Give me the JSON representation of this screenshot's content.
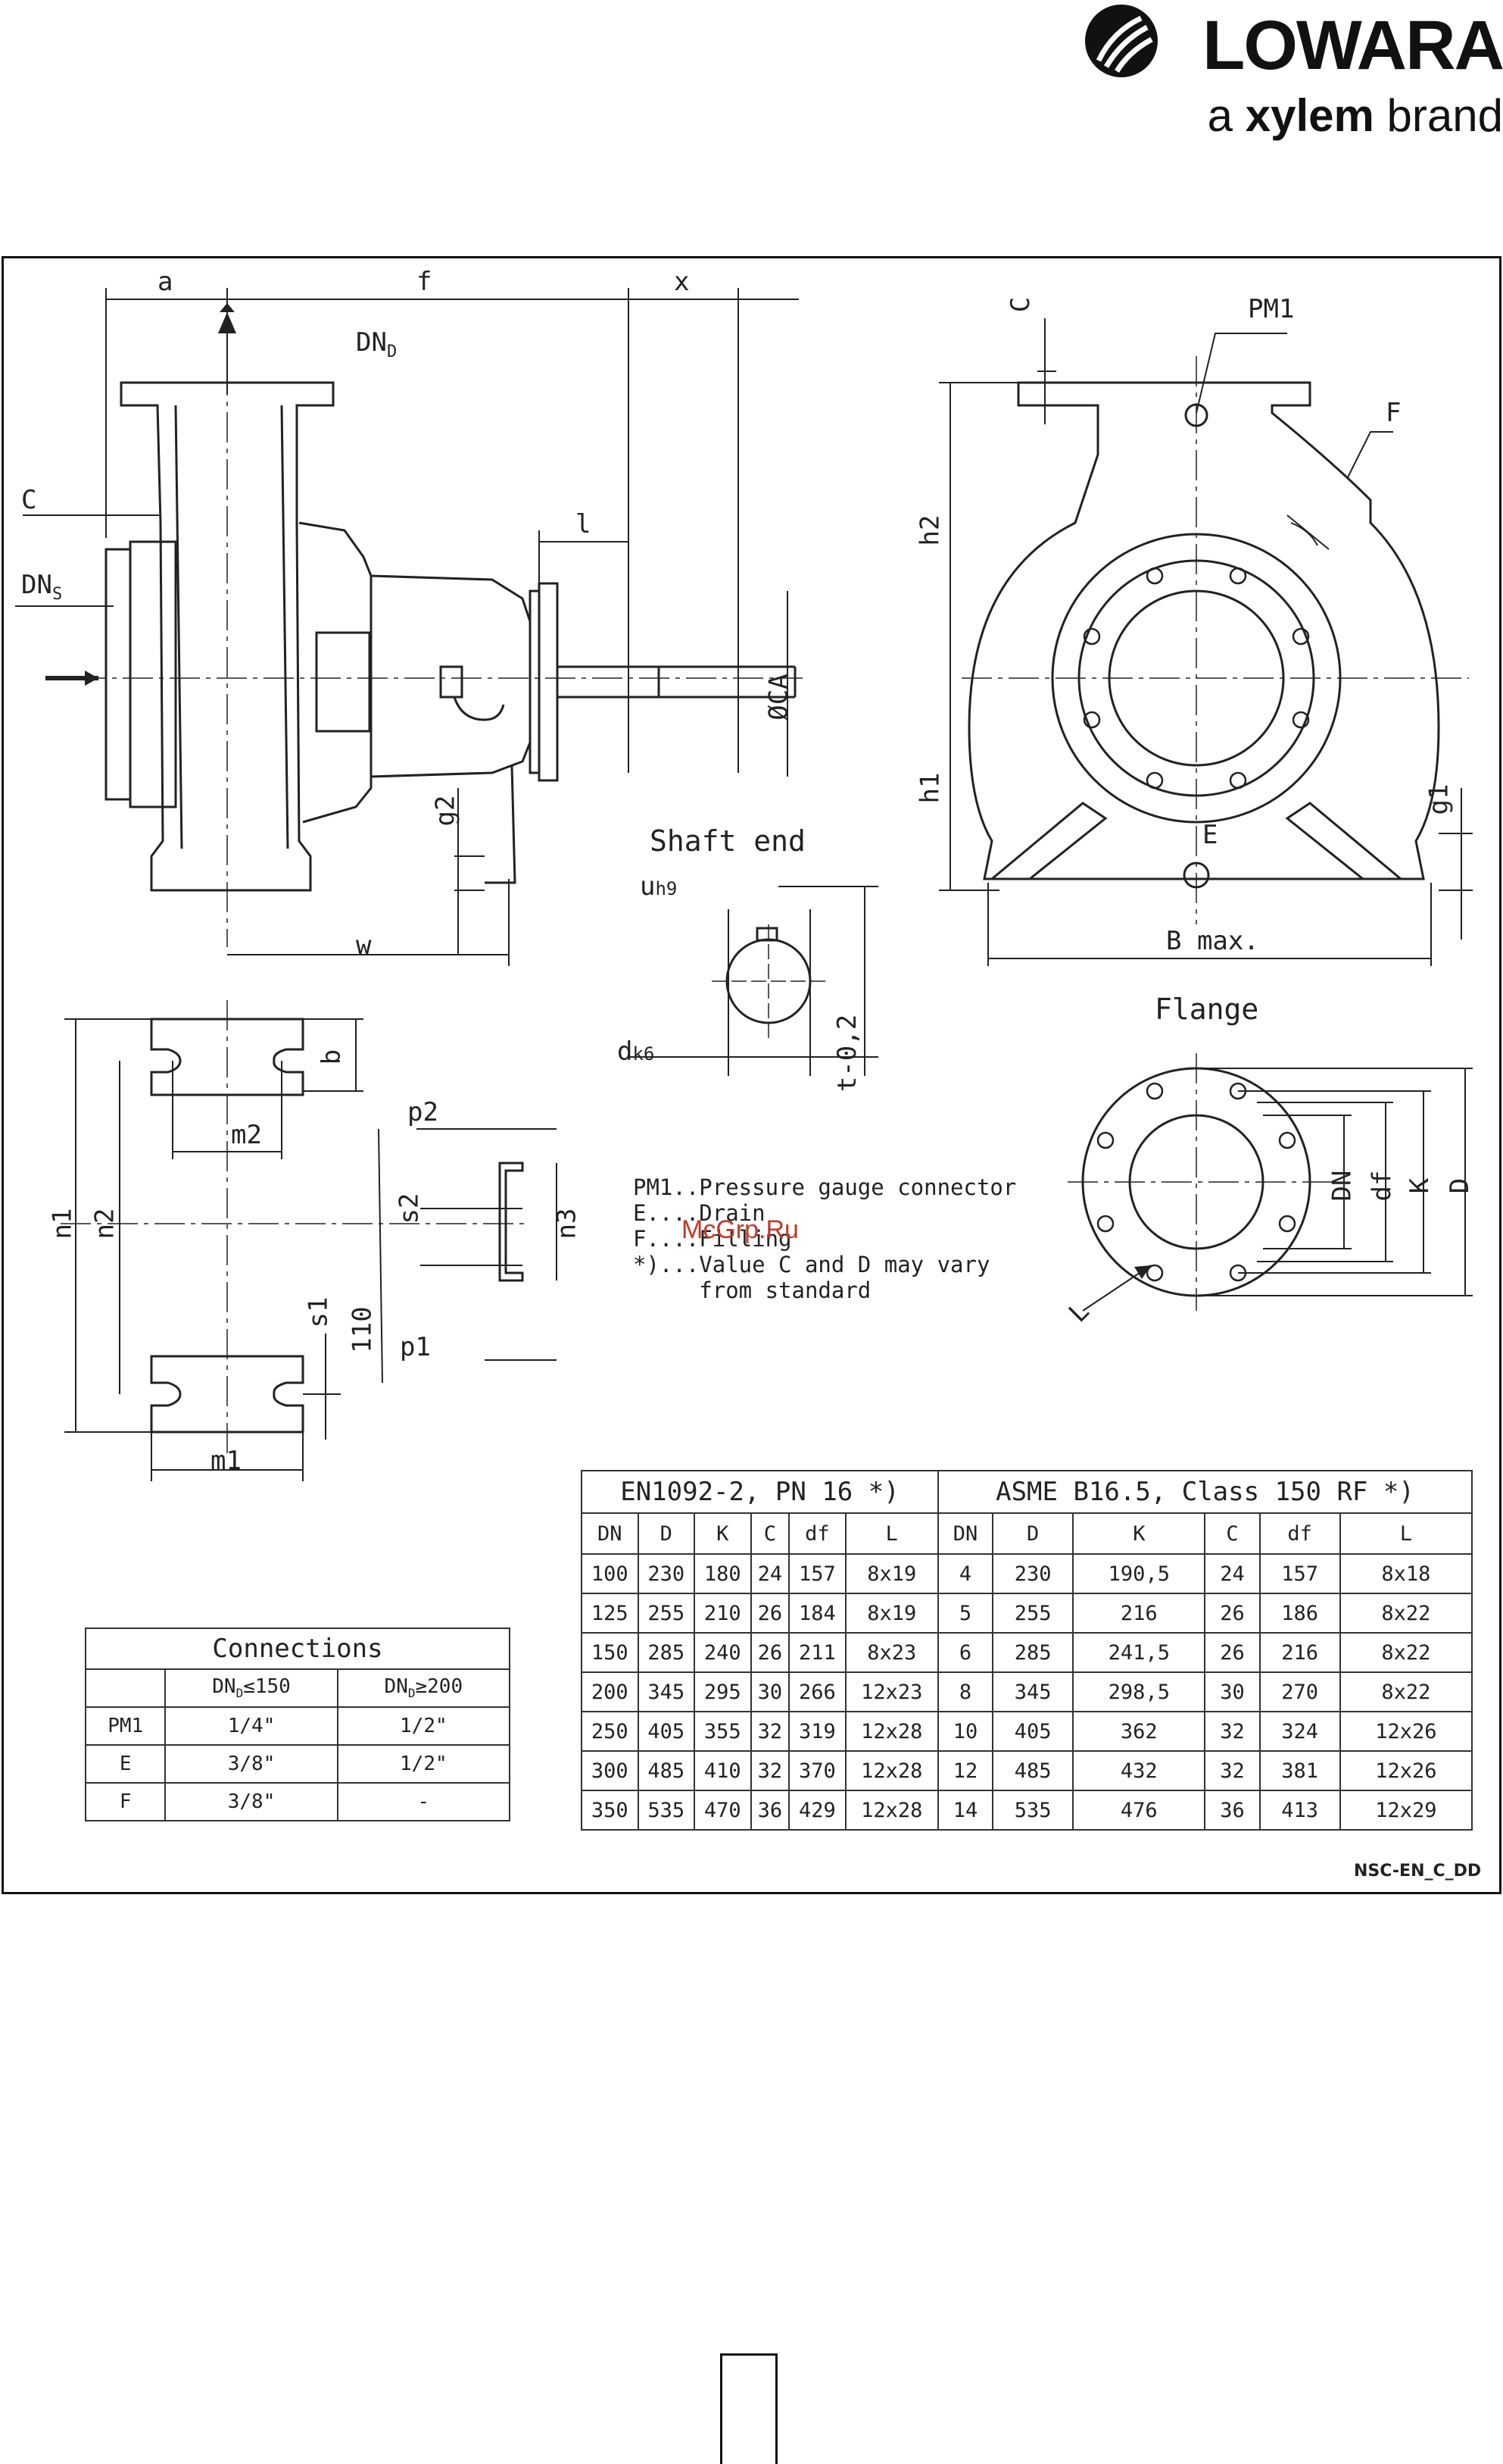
{
  "brand": {
    "logo": "LOWARA",
    "tagline_pre": "a",
    "tagline_bold": "xylem",
    "tagline_post": "brand"
  },
  "dimension_labels": {
    "a": "a",
    "f": "f",
    "x": "x",
    "c_top": "C",
    "pm1": "PM1",
    "f_fill": "F",
    "dnd": "DN",
    "dnd_sub": "D",
    "c_left": "C",
    "dns": "DN",
    "dns_sub": "S",
    "l": "l",
    "h2": "h2",
    "h1": "h1",
    "oca": "ØCA",
    "g2": "g2",
    "g1": "g1",
    "e": "E",
    "w": "w",
    "bmax": "B max.",
    "shaft_end": "Shaft end",
    "u": "u",
    "u_sub": "h9",
    "d": "d",
    "d_sub": "k6",
    "t": "t-0,2",
    "flange": "Flange",
    "b": "b",
    "m2": "m2",
    "m1": "m1",
    "n1": "n1",
    "n2": "n2",
    "n3": "n3",
    "p2": "p2",
    "p1": "p1",
    "s2": "s2",
    "s1": "s1",
    "v110": "110",
    "fl_dn": "DN",
    "fl_df": "df",
    "fl_k": "K",
    "fl_d": "D",
    "fl_l": "L"
  },
  "notes": [
    "PM1..Pressure gauge connector",
    "E....Drain",
    "F....Filling",
    "*)...Value C and D may vary",
    "     from standard"
  ],
  "watermark": "McGrp.Ru",
  "connections": {
    "title": "Connections",
    "head_col1": "DN",
    "head_col1_sub": "D",
    "head_col1_op": "≤150",
    "head_col2": "DN",
    "head_col2_sub": "D",
    "head_col2_op": "≥200",
    "rows": [
      {
        "name": "PM1",
        "a": "1/4\"",
        "b": "1/2\""
      },
      {
        "name": "E",
        "a": "3/8\"",
        "b": "1/2\""
      },
      {
        "name": "F",
        "a": "3/8\"",
        "b": "-"
      }
    ]
  },
  "flange_table": {
    "title_en": "EN1092-2, PN 16 *)",
    "title_asme": "ASME B16.5, Class 150 RF *)",
    "headers": [
      "DN",
      "D",
      "K",
      "C",
      "df",
      "L",
      "DN",
      "D",
      "K",
      "C",
      "df",
      "L"
    ],
    "rows": [
      [
        "100",
        "230",
        "180",
        "24",
        "157",
        "8x19",
        "4",
        "230",
        "190,5",
        "24",
        "157",
        "8x18"
      ],
      [
        "125",
        "255",
        "210",
        "26",
        "184",
        "8x19",
        "5",
        "255",
        "216",
        "26",
        "186",
        "8x22"
      ],
      [
        "150",
        "285",
        "240",
        "26",
        "211",
        "8x23",
        "6",
        "285",
        "241,5",
        "26",
        "216",
        "8x22"
      ],
      [
        "200",
        "345",
        "295",
        "30",
        "266",
        "12x23",
        "8",
        "345",
        "298,5",
        "30",
        "270",
        "8x22"
      ],
      [
        "250",
        "405",
        "355",
        "32",
        "319",
        "12x28",
        "10",
        "405",
        "362",
        "32",
        "324",
        "12x26"
      ],
      [
        "300",
        "485",
        "410",
        "32",
        "370",
        "12x28",
        "12",
        "485",
        "432",
        "32",
        "381",
        "12x26"
      ],
      [
        "350",
        "535",
        "470",
        "36",
        "429",
        "12x28",
        "14",
        "535",
        "476",
        "36",
        "413",
        "12x29"
      ]
    ]
  },
  "drawing_code": "NSC-EN_C_DD"
}
